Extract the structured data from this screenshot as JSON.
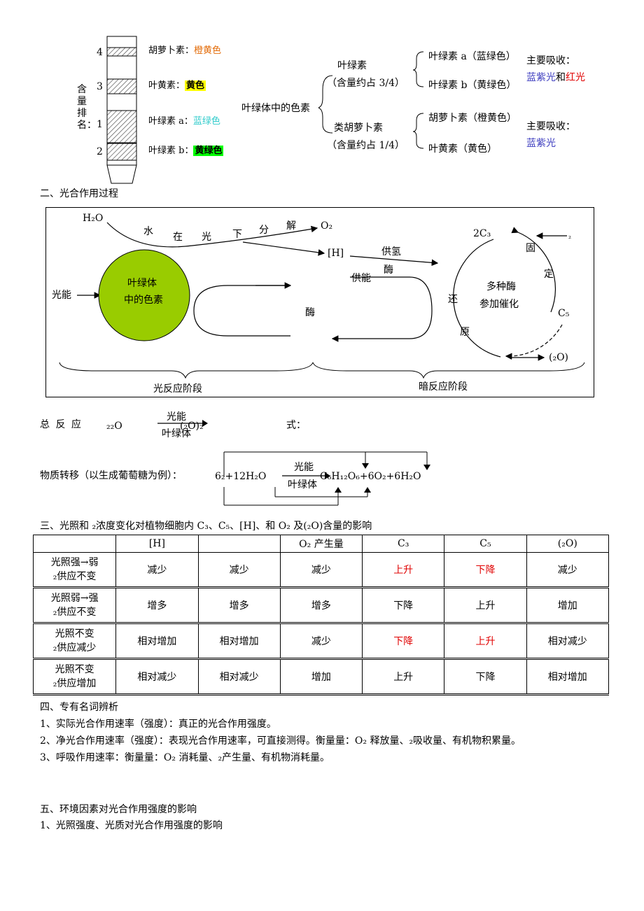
{
  "pigments": {
    "axis_label": "含量排名：",
    "bands": [
      {
        "rank": "4",
        "name": "胡萝卜素：",
        "color_text": "橙黄色",
        "color_style": "orange"
      },
      {
        "rank": "3",
        "name": "叶黄素：",
        "color_text": "黄色",
        "color_style": "hl-yellow"
      },
      {
        "rank": "1",
        "name": "叶绿素 a：",
        "color_text": "蓝绿色",
        "color_style": "cyan"
      },
      {
        "rank": "2",
        "name": "叶绿素 b：",
        "color_text": "黄绿色",
        "color_style": "hl-green"
      }
    ],
    "tree": {
      "root": "叶绿体中的色素",
      "chlorophyll": {
        "name": "叶绿素",
        "amount": "（含量约占 3/4）",
        "a": "叶绿素 a（蓝绿色）",
        "b": "叶绿素 b（黄绿色）",
        "absorb_label": "主要吸收：",
        "absorb_1": "蓝紫光",
        "absorb_and": "和",
        "absorb_2": "红光"
      },
      "carotenoid": {
        "name": "类胡萝卜素",
        "amount": "（含量约占 1/4）",
        "a": "胡萝卜素（橙黄色）",
        "b": "叶黄素（黄色）",
        "absorb_label": "主要吸收：",
        "absorb_1": "蓝紫光"
      }
    }
  },
  "section2": {
    "heading": "二、光合作用过程",
    "diagram": {
      "h2o": "H₂O",
      "water_words": [
        "水",
        "在",
        "光",
        "下",
        "分",
        "解"
      ],
      "o2": "O₂",
      "h": "[H]",
      "light_energy": "光能",
      "pigment_circle": [
        "叶绿体",
        "中的色素"
      ],
      "h_supply": "供氢",
      "enzyme": "酶",
      "energy_supply": "供能",
      "enzyme_mid": "酶",
      "c3": "2C₃",
      "fix1": "固",
      "fix2": "定",
      "sub2": "₂",
      "multi_enzyme": [
        "多种酶",
        "参加催化"
      ],
      "reduce1": "还",
      "reduce2": "原",
      "c5": "C₅",
      "product": "(₂O)",
      "light_stage": "光反应阶段",
      "dark_stage": "暗反应阶段"
    },
    "total": {
      "label": "总 反 应",
      "left": "₂₂O",
      "top": "光能",
      "mid": "(₂O)₂",
      "bottom": "叶绿体",
      "right": "式："
    },
    "transfer": {
      "label": "物质转移（以生成葡萄糖为例）：",
      "left": "6₂+12H₂O",
      "top": "光能",
      "bottom": "叶绿体",
      "right": "C₆H₁₂O₆+6O₂+6H₂O"
    }
  },
  "section3": {
    "heading": "三、光照和 ₂浓度变化对植物细胞内 C₃、C₅、[H]、和 O₂ 及(₂O)含量的影响",
    "columns": [
      "",
      "[H]",
      "",
      "O₂ 产生量",
      "C₃",
      "C₅",
      "(₂O)"
    ],
    "rows": [
      {
        "l1": "光照强→弱",
        "l2": "₂供应不变",
        "cells": [
          "减少",
          "减少",
          "减少",
          "上升",
          "下降",
          "减少"
        ],
        "red": [
          3,
          4
        ]
      },
      {
        "l1": "光照弱→强",
        "l2": "₂供应不变",
        "cells": [
          "增多",
          "增多",
          "增多",
          "下降",
          "上升",
          "增加"
        ],
        "red": []
      },
      {
        "l1": "光照不变",
        "l2": "₂供应减少",
        "cells": [
          "相对增加",
          "相对增加",
          "减少",
          "下降",
          "上升",
          "相对减少"
        ],
        "red": [
          3,
          4
        ]
      },
      {
        "l1": "光照不变",
        "l2": "₂供应增加",
        "cells": [
          "相对减少",
          "相对减少",
          "增加",
          "上升",
          "下降",
          "相对增加"
        ],
        "red": []
      }
    ]
  },
  "section4": {
    "heading": "四、专有名词辨析",
    "items": [
      "1、实际光合作用速率（强度）：真正的光合作用强度。",
      "2、净光合作用速率（强度）：表现光合作用速率，可直接测得。衡量量：O₂ 释放量、₂吸收量、有机物积累量。",
      "3、呼吸作用速率：衡量量：O₂ 消耗量、₂产生量、有机物消耗量。"
    ]
  },
  "section5": {
    "heading": "五、环境因素对光合作用强度的影响",
    "item1": "1、光照强度、光质对光合作用强度的影响"
  },
  "colors": {
    "pigment_circle": "#99cc00",
    "red": "#e00000",
    "blue": "#4040c0",
    "orange": "#e36c09",
    "cyan": "#33cccc"
  }
}
